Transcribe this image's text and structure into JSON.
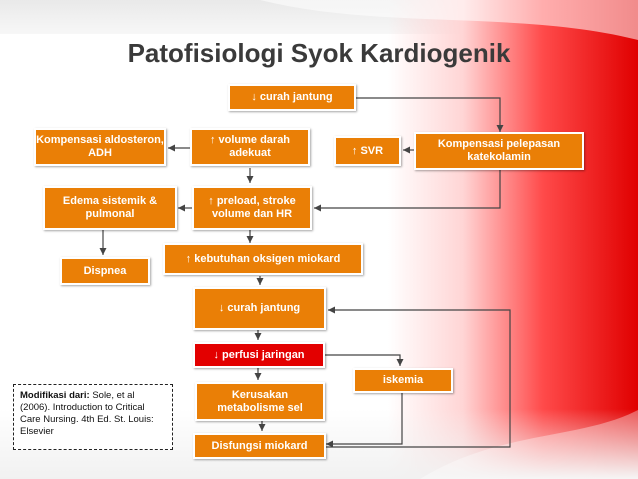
{
  "title": "Patofisiologi Syok Kardiogenik",
  "boxes": {
    "curah_jantung_top": "↓ curah jantung",
    "kompensasi_aldosteron": "Kompensasi aldosteron, ADH",
    "volume_darah": "↑ volume darah adekuat",
    "svr": "↑  SVR",
    "kompensasi_katekolamin": "Kompensasi pelepasan katekolamin",
    "edema": "Edema sistemik & pulmonal",
    "preload": "↑  preload, stroke volume dan HR",
    "dispnea": "Dispnea",
    "kebutuhan_oksigen": "↑  kebutuhan oksigen miokard",
    "curah_jantung_mid": "↓ curah jantung",
    "perfusi": "↓ perfusi jaringan",
    "iskemia": "iskemia",
    "kerusakan": "Kerusakan metabolisme sel",
    "disfungsi": "Disfungsi miokard"
  },
  "note": {
    "bold_label": "Modifikasi dari:",
    "text": " Sole, et al (2006). Introduction to Critical Care Nursing. 4th Ed. St. Louis: Elsevier"
  },
  "colors": {
    "box_orange": "#ea7f06",
    "box_red": "#e30000",
    "title": "#3a3a3a",
    "arrow": "#444444"
  }
}
